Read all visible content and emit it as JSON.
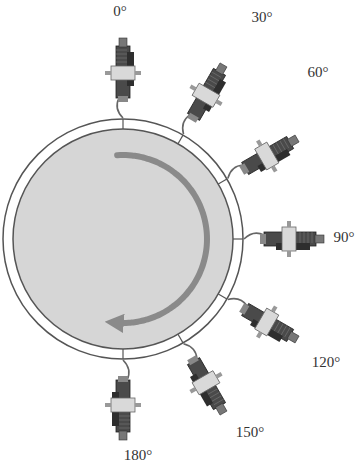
{
  "diagram": {
    "labels": [
      "0°",
      "30°",
      "60°",
      "90°",
      "120°",
      "150°",
      "180°"
    ]
  }
}
